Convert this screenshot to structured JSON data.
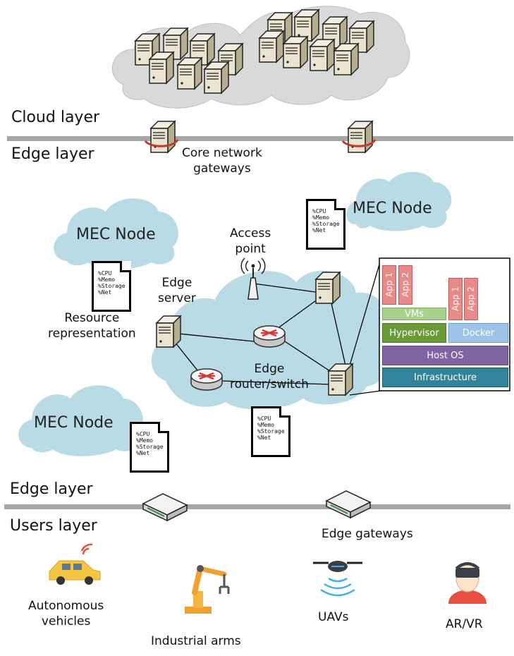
{
  "layers": {
    "cloud": "Cloud layer",
    "edge_top": "Edge layer",
    "edge_bottom": "Edge layer",
    "users": "Users layer"
  },
  "labels": {
    "core_gateways": "Core network\ngateways",
    "access_point": "Access\npoint",
    "edge_server": "Edge\nserver",
    "resource_representation": "Resource\nrepresentation",
    "edge_router": "Edge\nrouter/switch",
    "edge_gateways": "Edge gateways"
  },
  "mec_nodes": [
    "MEC Node",
    "MEC Node",
    "MEC Node"
  ],
  "resource_doc": "%CPU\n%Memo\n%Storage\n%Net",
  "stack": {
    "app1": "App 1",
    "app2": "App 2",
    "vms": "VMs",
    "hypervisor": "Hypervisor",
    "docker": "Docker",
    "host_os": "Host OS",
    "infrastructure": "Infrastructure"
  },
  "users": {
    "autonomous": "Autonomous\nvehicles",
    "industrial": "Industrial arms",
    "uavs": "UAVs",
    "arvr": "AR/VR"
  },
  "colors": {
    "cloud_gray": "#d9d9d9",
    "mec_cloud": "#b9dbe6",
    "layer_bar": "#a6a6a6",
    "app_pink": "#e8898a",
    "vms_green": "#a9d18e",
    "hypervisor_green": "#6b9a3b",
    "docker_blue": "#9dc3e6",
    "hostos_purple": "#8064a2",
    "infra_teal": "#31849b"
  }
}
